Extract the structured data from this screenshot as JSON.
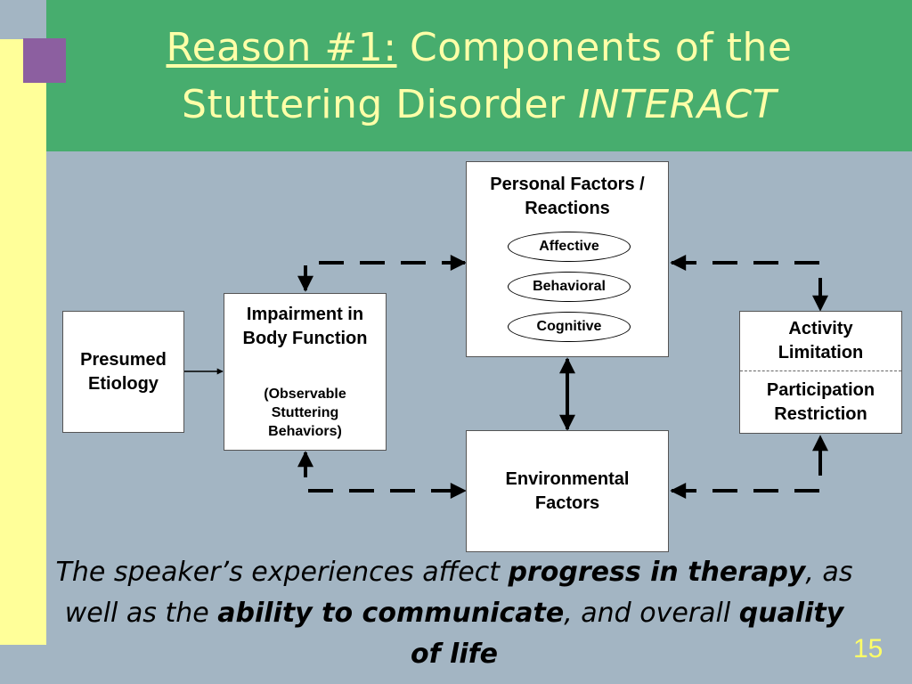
{
  "slide": {
    "title_underlined": "Reason #1:",
    "title_rest": " Components of the",
    "title_line2_plain": "Stuttering Disorder ",
    "title_line2_italic": "INTERACT",
    "page_number": "15"
  },
  "diagram": {
    "presumed": "Presumed Etiology",
    "impairment": "Impairment in Body Function",
    "impairment_sub": "(Observable Stuttering Behaviors)",
    "personal": "Personal Factors / Reactions",
    "affective": "Affective",
    "behavioral": "Behavioral",
    "cognitive": "Cognitive",
    "environmental": "Environmental Factors",
    "activity": "Activity Limitation",
    "participation": "Participation Restriction"
  },
  "caption": {
    "part1": "The speaker’s experiences affect ",
    "bold1": "progress in therapy",
    "part2": ", as well as the ",
    "bold2": "ability to communicate",
    "part3": ", and overall ",
    "bold3": "quality of life"
  },
  "colors": {
    "header_green": "#47ad6e",
    "body_blue_gray": "#a3b5c3",
    "left_stripe_yellow": "#ffff99",
    "accent_purple": "#8c5fa0",
    "title_yellow": "#ffffa8"
  }
}
